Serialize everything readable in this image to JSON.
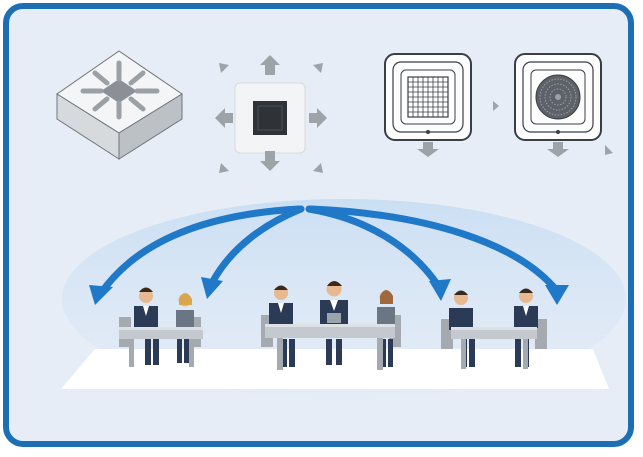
{
  "diagram": {
    "type": "ceiling-cassette-airflow-illustration",
    "colors": {
      "frame_border": "#1d6fb5",
      "background": "#e6edf7",
      "airflow_arrow": "#1f78c8",
      "airflow_glow": "#b9d4ef",
      "suit_dark": "#2b3a55",
      "table": "#c4c9cf",
      "chair": "#9ea4ab",
      "floor": "#ffffff"
    },
    "units": [
      {
        "name": "unit-isometric",
        "icon": "cassette-isometric-icon"
      },
      {
        "name": "unit-airflow-top-view",
        "icon": "four-way-airflow-icon"
      },
      {
        "name": "panel-square-grille",
        "icon": "square-grille-panel-icon"
      },
      {
        "name": "panel-round-grille",
        "icon": "round-grille-panel-icon"
      }
    ],
    "tables": [
      {
        "name": "table-left",
        "people": 2
      },
      {
        "name": "table-center",
        "people": 3
      },
      {
        "name": "table-right",
        "people": 2
      }
    ]
  }
}
